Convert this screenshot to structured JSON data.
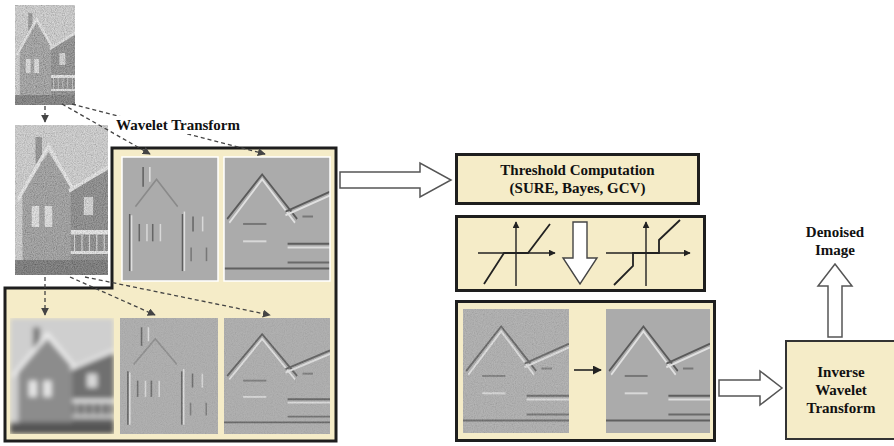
{
  "diagram": {
    "nodes": [
      {
        "text": [
          "Threshold Computation (SURE, Bayes, GCV)"
        ]
      },
      {
        "text": [
          "Inverse Wavelet Transform"
        ]
      }
    ],
    "labels": [
      "Wavelet Transform",
      "Denoised Image"
    ]
  }
}
